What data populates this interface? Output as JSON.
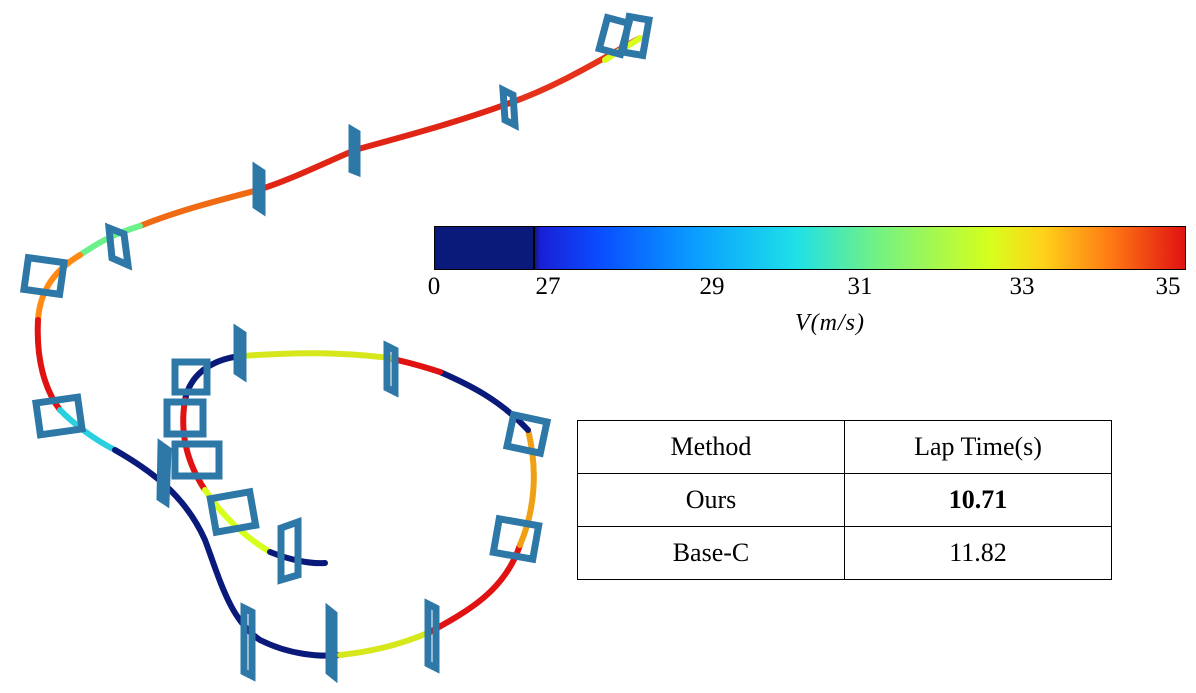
{
  "colorbar": {
    "ticks": [
      "0",
      "27",
      "29",
      "31",
      "33",
      "35"
    ],
    "label": "V(m/s)"
  },
  "table": {
    "headers": [
      "Method",
      "Lap Time(s)"
    ],
    "rows": [
      {
        "method": "Ours",
        "lap_time": "10.71"
      },
      {
        "method": "Base-C",
        "lap_time": "11.82"
      }
    ]
  },
  "colors": {
    "gate": "#2e78a8",
    "low_speed": "#0a1a7a",
    "high_speed": "#e01212"
  }
}
